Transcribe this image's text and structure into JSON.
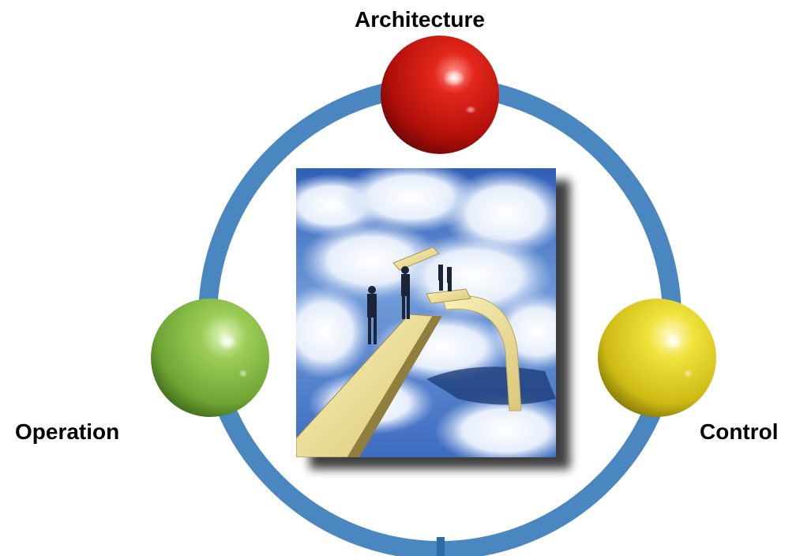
{
  "diagram": {
    "labels": {
      "top": "Architecture",
      "left": "Operation",
      "right": "Control"
    },
    "nodes": [
      {
        "id": "architecture",
        "color": "#d01a12",
        "highlight": "#ff8a80",
        "shade": "#6e0606"
      },
      {
        "id": "operation",
        "color": "#86bf44",
        "highlight": "#d9f3b4",
        "shade": "#3f6a18"
      },
      {
        "id": "control",
        "color": "#e2d21e",
        "highlight": "#fff6a8",
        "shade": "#8a7c06"
      }
    ],
    "ring_color": "#4a86c0",
    "central_picture": "surreal-painting: businessmen on floating wooden plank bridge among clouds, sky blue"
  }
}
